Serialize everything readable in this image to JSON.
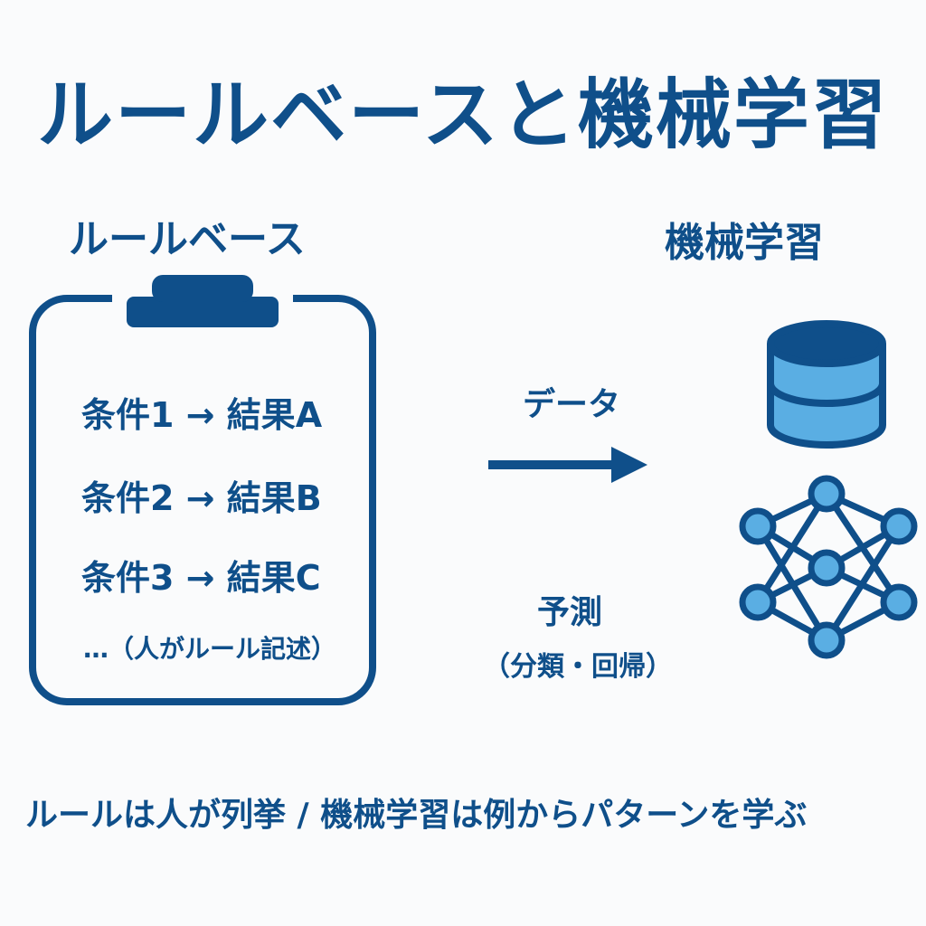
{
  "title": "ルールベースと機械学習",
  "rule_based": {
    "heading": "ルールベース",
    "rules": [
      "条件1 → 結果A",
      "条件2 → 結果B",
      "条件3 → 結果C"
    ],
    "note": "…（人がルール記述）"
  },
  "machine_learning": {
    "heading": "機械学習",
    "data_label": "データ",
    "predict_label": "予測",
    "predict_sub": "（分類・回帰）",
    "icons": [
      "database-icon",
      "neural-network-icon"
    ]
  },
  "caption": "ルールは人が列挙 / 機械学習は例からパターンを学ぶ",
  "colors": {
    "primary": "#0f4f8a",
    "light_blue": "#5aaee3",
    "background": "#fafbfc"
  }
}
